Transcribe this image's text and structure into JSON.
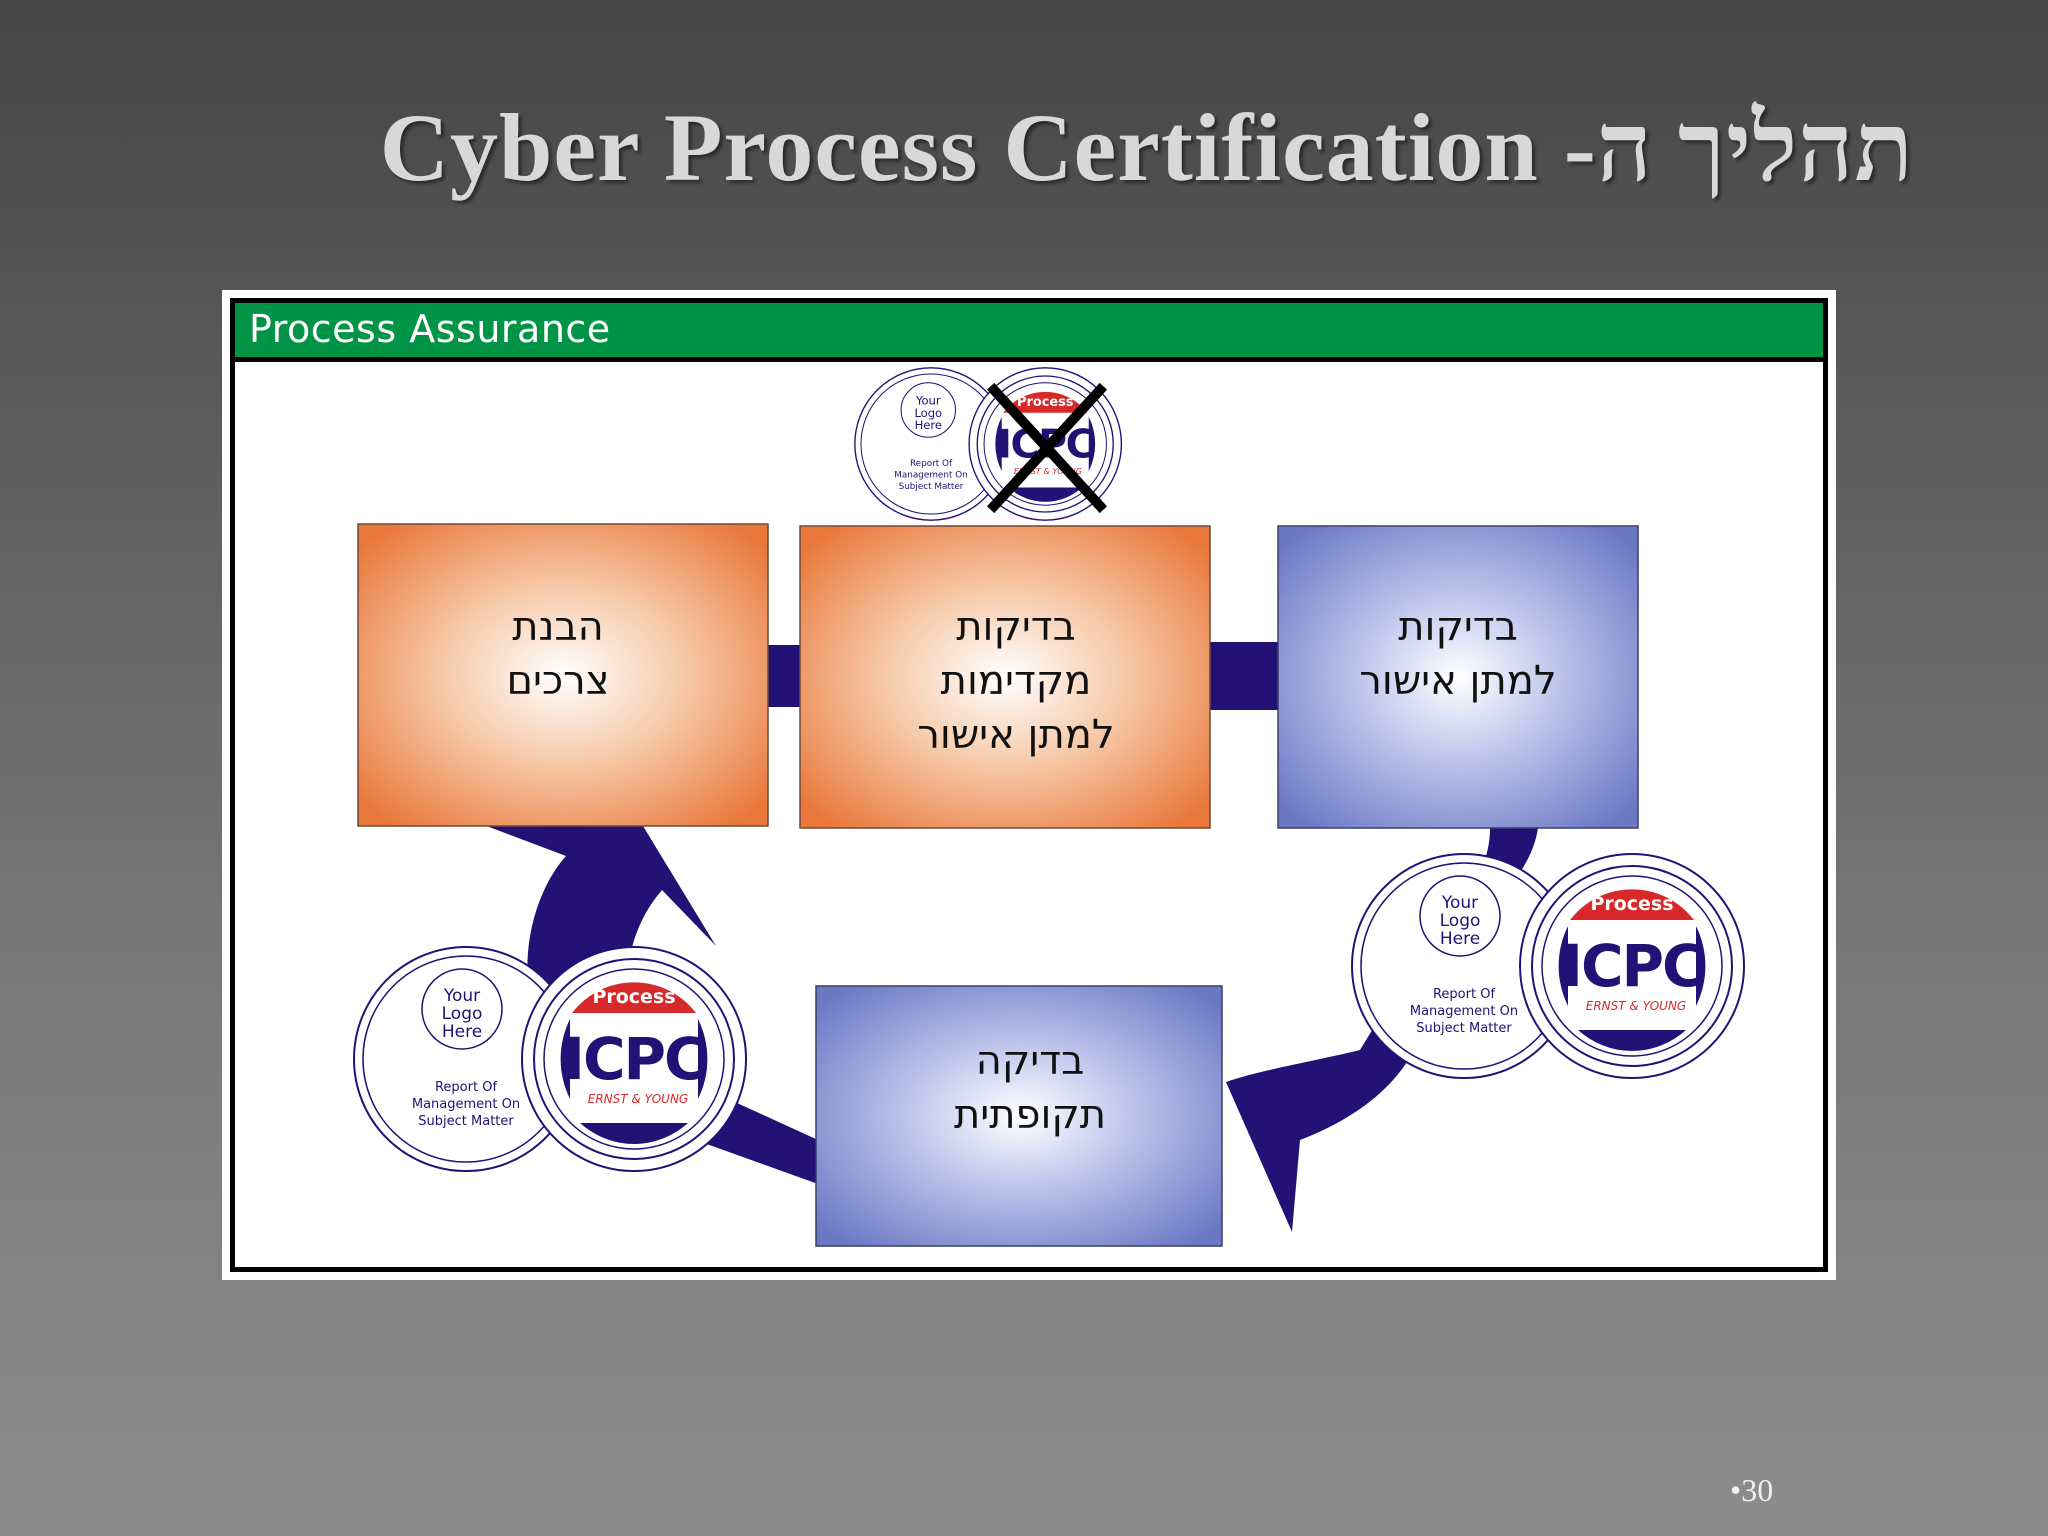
{
  "slide": {
    "title": "Cyber Process Certification -תהליך ה",
    "page_number": "•30"
  },
  "diagram": {
    "header": "Process Assurance",
    "boxes": [
      {
        "lines": [
          "הבנת",
          "צרכים"
        ]
      },
      {
        "lines": [
          "בדיקות",
          "מקדימות",
          "למתן אישור"
        ]
      },
      {
        "lines": [
          "בדיקות",
          "למתן אישור"
        ]
      },
      {
        "lines": [
          "בדיקה",
          "תקופתית"
        ]
      }
    ],
    "seal": {
      "logo_lines": [
        "Your",
        "Logo",
        "Here"
      ],
      "report_lines": [
        "Report Of",
        "Management On",
        "Subject Matter"
      ],
      "banner": "Process",
      "brand": "ICPC",
      "firm": "ERNST & YOUNG"
    }
  },
  "colors": {
    "header_green": "#019346",
    "arrow_navy": "#231176",
    "box_orange": "#ea7a3e",
    "box_blue": "#6d7bc6",
    "seal_red": "#d72929"
  }
}
